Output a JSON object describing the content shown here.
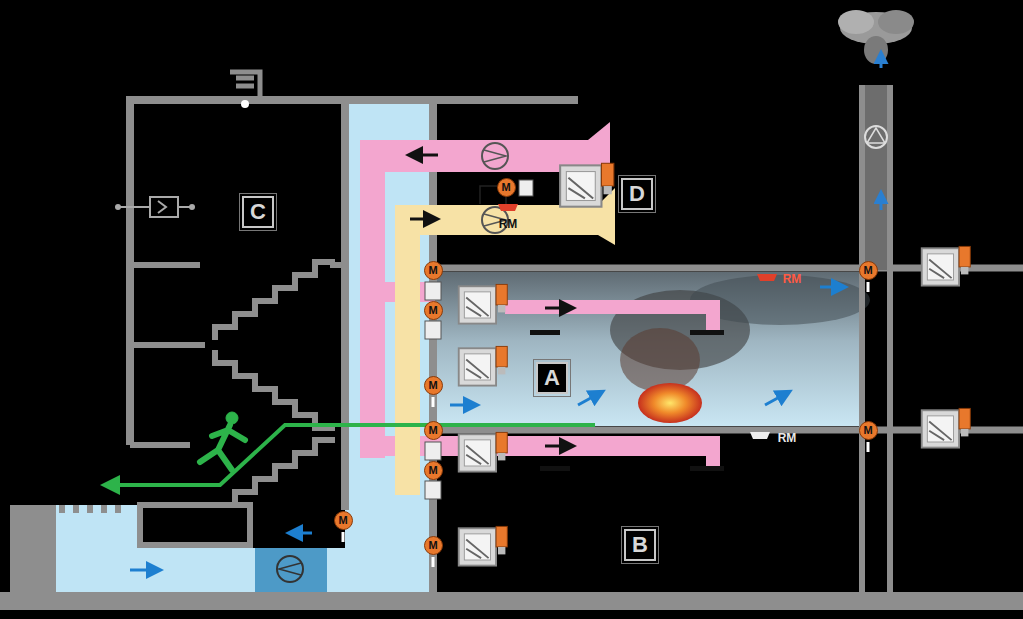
{
  "diagram": {
    "nodes": [
      {
        "text": [
          "C"
        ]
      },
      {
        "text": [
          "M"
        ]
      },
      {
        "text": [
          "D"
        ]
      },
      {
        "text": [
          "M"
        ]
      },
      {
        "text": [
          "M"
        ]
      },
      {
        "text": [
          "M"
        ]
      },
      {
        "text": [
          "A"
        ]
      },
      {
        "text": [
          "M"
        ]
      },
      {
        "text": [
          "M"
        ]
      },
      {
        "text": [
          "M"
        ]
      },
      {
        "text": [
          "M"
        ]
      },
      {
        "text": [
          "M"
        ]
      },
      {
        "text": [
          "B"
        ]
      },
      {
        "text": [
          "M"
        ]
      }
    ],
    "labels": [
      "RM",
      "RM",
      "RM"
    ]
  }
}
